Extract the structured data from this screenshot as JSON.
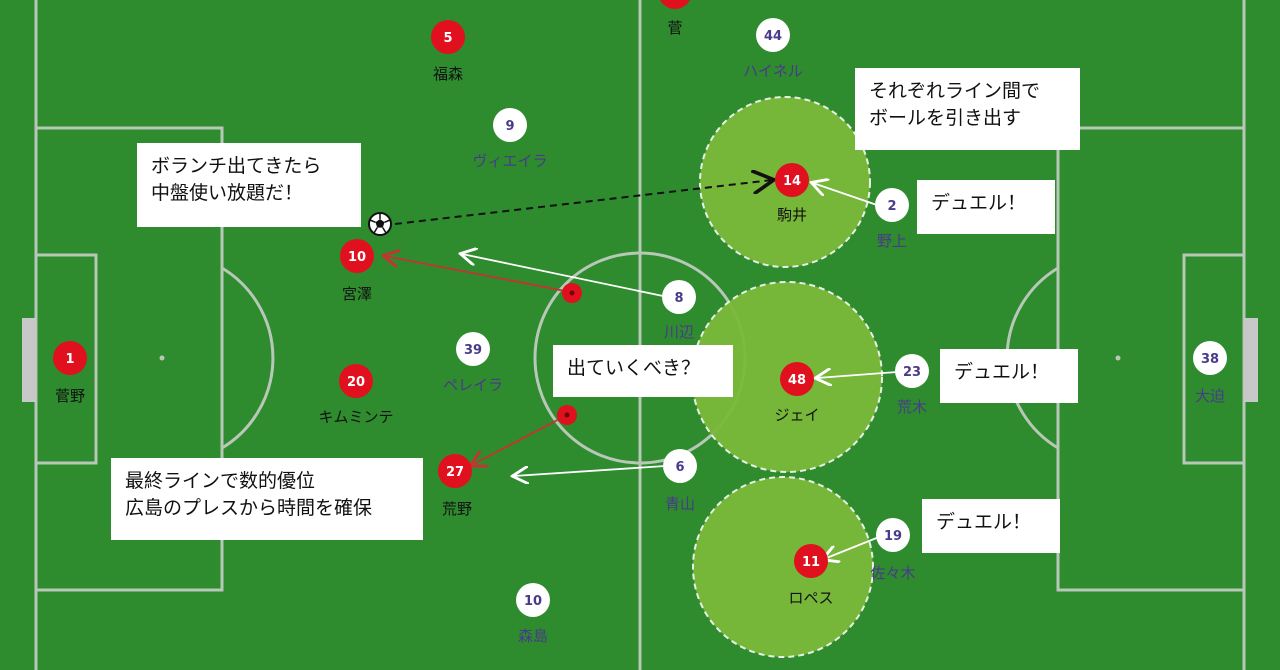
{
  "colors": {
    "pitch": "#2e8b2e",
    "lines": "#b8c8b8",
    "home_team": "#e0101e",
    "away_team": "#ffffff",
    "away_text": "#4a3a8a",
    "zone": "#7ab83a",
    "pass_red": "#c83232",
    "pass_white": "#ffffff"
  },
  "home_players": [
    {
      "number": "1",
      "name": "菅野"
    },
    {
      "number": "5",
      "name": "福森"
    },
    {
      "number": "",
      "name": "菅"
    },
    {
      "number": "10",
      "name": "宮澤"
    },
    {
      "number": "20",
      "name": "キムミンテ"
    },
    {
      "number": "27",
      "name": "荒野"
    },
    {
      "number": "14",
      "name": "駒井"
    },
    {
      "number": "48",
      "name": "ジェイ"
    },
    {
      "number": "11",
      "name": "ロペス"
    }
  ],
  "away_players": [
    {
      "number": "44",
      "name": "ハイネル"
    },
    {
      "number": "9",
      "name": "ヴィエイラ"
    },
    {
      "number": "2",
      "name": "野上"
    },
    {
      "number": "8",
      "name": "川辺"
    },
    {
      "number": "39",
      "name": "ペレイラ"
    },
    {
      "number": "23",
      "name": "荒木"
    },
    {
      "number": "38",
      "name": "大迫"
    },
    {
      "number": "6",
      "name": "青山"
    },
    {
      "number": "19",
      "name": "佐々木"
    },
    {
      "number": "10",
      "name": "森島"
    }
  ],
  "callouts": {
    "volante": [
      "ボランチ出てきたら",
      "中盤使い放題だ！"
    ],
    "between_lines": [
      "それぞれライン間で",
      "ボールを引き出す"
    ],
    "should_go": [
      "出ていくべき？"
    ],
    "duel_1": [
      "デュエル！"
    ],
    "duel_2": [
      "デュエル！"
    ],
    "duel_3": [
      "デュエル！"
    ],
    "last_line": [
      "最終ラインで数的優位",
      "広島のプレスから時間を確保"
    ]
  }
}
